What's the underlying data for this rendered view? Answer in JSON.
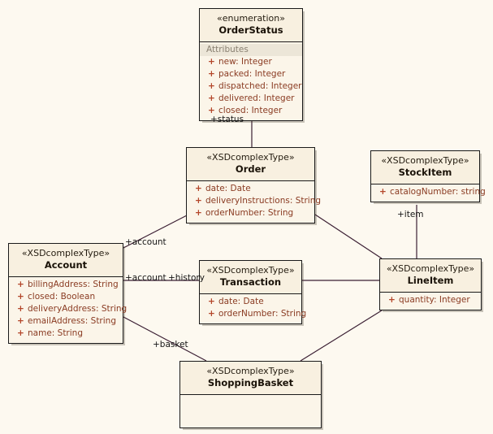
{
  "diagram": {
    "title": "UML Class Diagram",
    "background_color": "#fdf9f0",
    "class_fill_color": "#f8f0e0",
    "attribute_text_color": "#8a3b22",
    "line_color": "#3b1f33"
  },
  "classes": [
    {
      "id": "orderstatus",
      "stereotype": "«enumeration»",
      "name": "OrderStatus",
      "section_label": "Attributes",
      "attributes": [
        {
          "visibility": "+",
          "text": "new:  Integer"
        },
        {
          "visibility": "+",
          "text": "packed:  Integer"
        },
        {
          "visibility": "+",
          "text": "dispatched:  Integer"
        },
        {
          "visibility": "+",
          "text": "delivered:  Integer"
        },
        {
          "visibility": "+",
          "text": "closed:  Integer"
        }
      ]
    },
    {
      "id": "order",
      "stereotype": "«XSDcomplexType»",
      "name": "Order",
      "attributes": [
        {
          "visibility": "+",
          "text": "date:  Date"
        },
        {
          "visibility": "+",
          "text": "deliveryInstructions:  String"
        },
        {
          "visibility": "+",
          "text": "orderNumber:  String"
        }
      ]
    },
    {
      "id": "stockitem",
      "stereotype": "«XSDcomplexType»",
      "name": "StockItem",
      "attributes": [
        {
          "visibility": "+",
          "text": "catalogNumber:  string"
        }
      ]
    },
    {
      "id": "account",
      "stereotype": "«XSDcomplexType»",
      "name": "Account",
      "attributes": [
        {
          "visibility": "+",
          "text": "billingAddress:  String"
        },
        {
          "visibility": "+",
          "text": "closed:  Boolean"
        },
        {
          "visibility": "+",
          "text": "deliveryAddress:  String"
        },
        {
          "visibility": "+",
          "text": "emailAddress:  String"
        },
        {
          "visibility": "+",
          "text": "name:  String"
        }
      ]
    },
    {
      "id": "transaction",
      "stereotype": "«XSDcomplexType»",
      "name": "Transaction",
      "attributes": [
        {
          "visibility": "+",
          "text": "date:  Date"
        },
        {
          "visibility": "+",
          "text": "orderNumber:  String"
        }
      ]
    },
    {
      "id": "lineitem",
      "stereotype": "«XSDcomplexType»",
      "name": "LineItem",
      "attributes": [
        {
          "visibility": "+",
          "text": "quantity:  Integer"
        }
      ]
    },
    {
      "id": "shoppingbasket",
      "stereotype": "«XSDcomplexType»",
      "name": "ShoppingBasket",
      "attributes": []
    }
  ],
  "edge_labels": [
    {
      "id": "status",
      "text": "+status"
    },
    {
      "id": "item",
      "text": "+item"
    },
    {
      "id": "account_upper",
      "text": "+account"
    },
    {
      "id": "account_lower",
      "text": "+account"
    },
    {
      "id": "history",
      "text": "+history"
    },
    {
      "id": "basket",
      "text": "+basket"
    }
  ]
}
